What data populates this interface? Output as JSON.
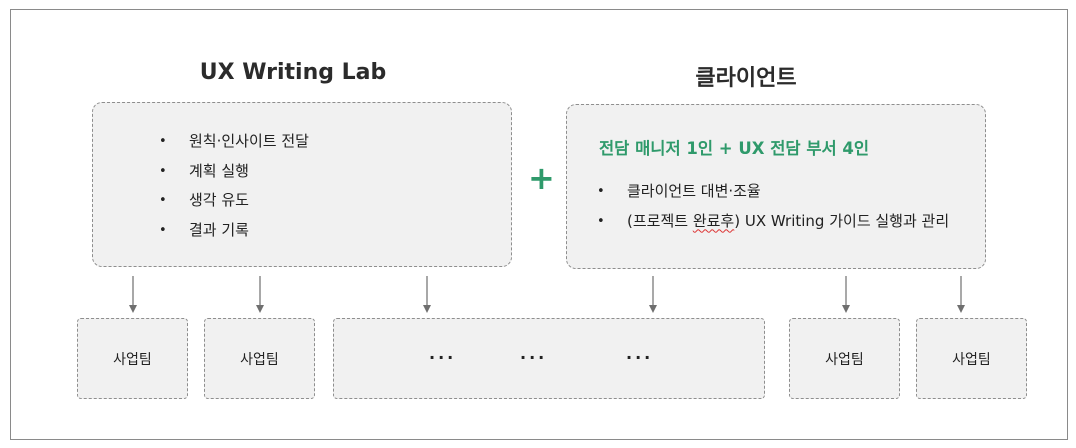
{
  "left": {
    "title": "UX Writing Lab",
    "items": [
      "원칙·인사이트 전달",
      "계획 실행",
      "생각 유도",
      "결과 기록"
    ]
  },
  "plus_symbol": "+",
  "right": {
    "title": "클라이언트",
    "manager_line": "전담 매니저 1인  + UX 전담 부서  4인",
    "item1": "클라이언트 대변·조율",
    "item2_pre": "(프로젝트 ",
    "item2_underlined": "완료후",
    "item2_post": ") UX Writing 가이드 실행과 관리"
  },
  "teams": [
    "사업팀",
    "사업팀",
    "사업팀",
    "사업팀"
  ],
  "ellipsis": [
    "···",
    "···",
    "···"
  ],
  "colors": {
    "accent_green": "#2f9a6b",
    "box_fill": "#f1f1f1",
    "dashed_border": "#8e8e8e"
  }
}
